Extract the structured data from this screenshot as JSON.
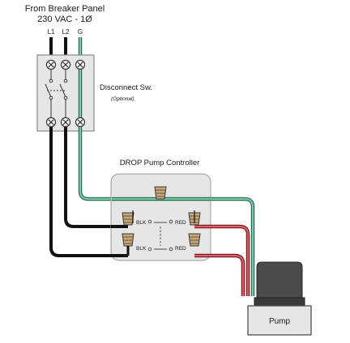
{
  "source": {
    "line1": "From Breaker Panel",
    "line2": "230 VAC - 1Ø",
    "terminals": [
      "L1",
      "L2",
      "G"
    ]
  },
  "disconnect": {
    "title": "Disconnect Sw.",
    "note": "(Optional)"
  },
  "controller": {
    "title": "DROP Pump Controller",
    "upper_left_label": "BLK",
    "upper_right_label": "RED",
    "lower_left_label": "BLK",
    "lower_right_label": "RED"
  },
  "pump": {
    "label": "Pump"
  },
  "colors": {
    "ground_wire": "#5fae8e",
    "hot_wire_black": "#111111",
    "hot_wire_red": "#c0424a",
    "panel_fill": "#e6e6e6",
    "panel_stroke": "#888888",
    "pump_fill": "#4a4a4a",
    "nut": "#c9a878"
  }
}
